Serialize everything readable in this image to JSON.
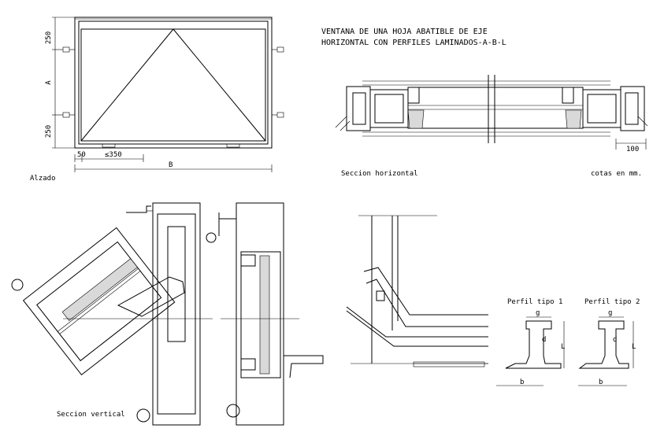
{
  "title": {
    "line1": "VENTANA DE UNA HOJA ABATIBLE DE EJE",
    "line2": "HORIZONTAL CON PERFILES LAMINADOS-A-B-L"
  },
  "elevation": {
    "label": "Alzado",
    "dim_top": "250",
    "dim_mid": "A",
    "dim_bottom": "250",
    "dim_50": "50",
    "dim_350": "≤350",
    "dim_b": "B"
  },
  "horizontal_section": {
    "label": "Seccion horizontal",
    "dim_100": "100",
    "units_note": "cotas en mm."
  },
  "vertical_section": {
    "label": "Seccion vertical"
  },
  "profiles": {
    "type1": {
      "label": "Perfil tipo 1",
      "g": "g",
      "d": "d",
      "l": "L",
      "b": "b"
    },
    "type2": {
      "label": "Perfil tipo 2",
      "g": "g",
      "d": "d",
      "l": "L",
      "b": "b"
    }
  }
}
